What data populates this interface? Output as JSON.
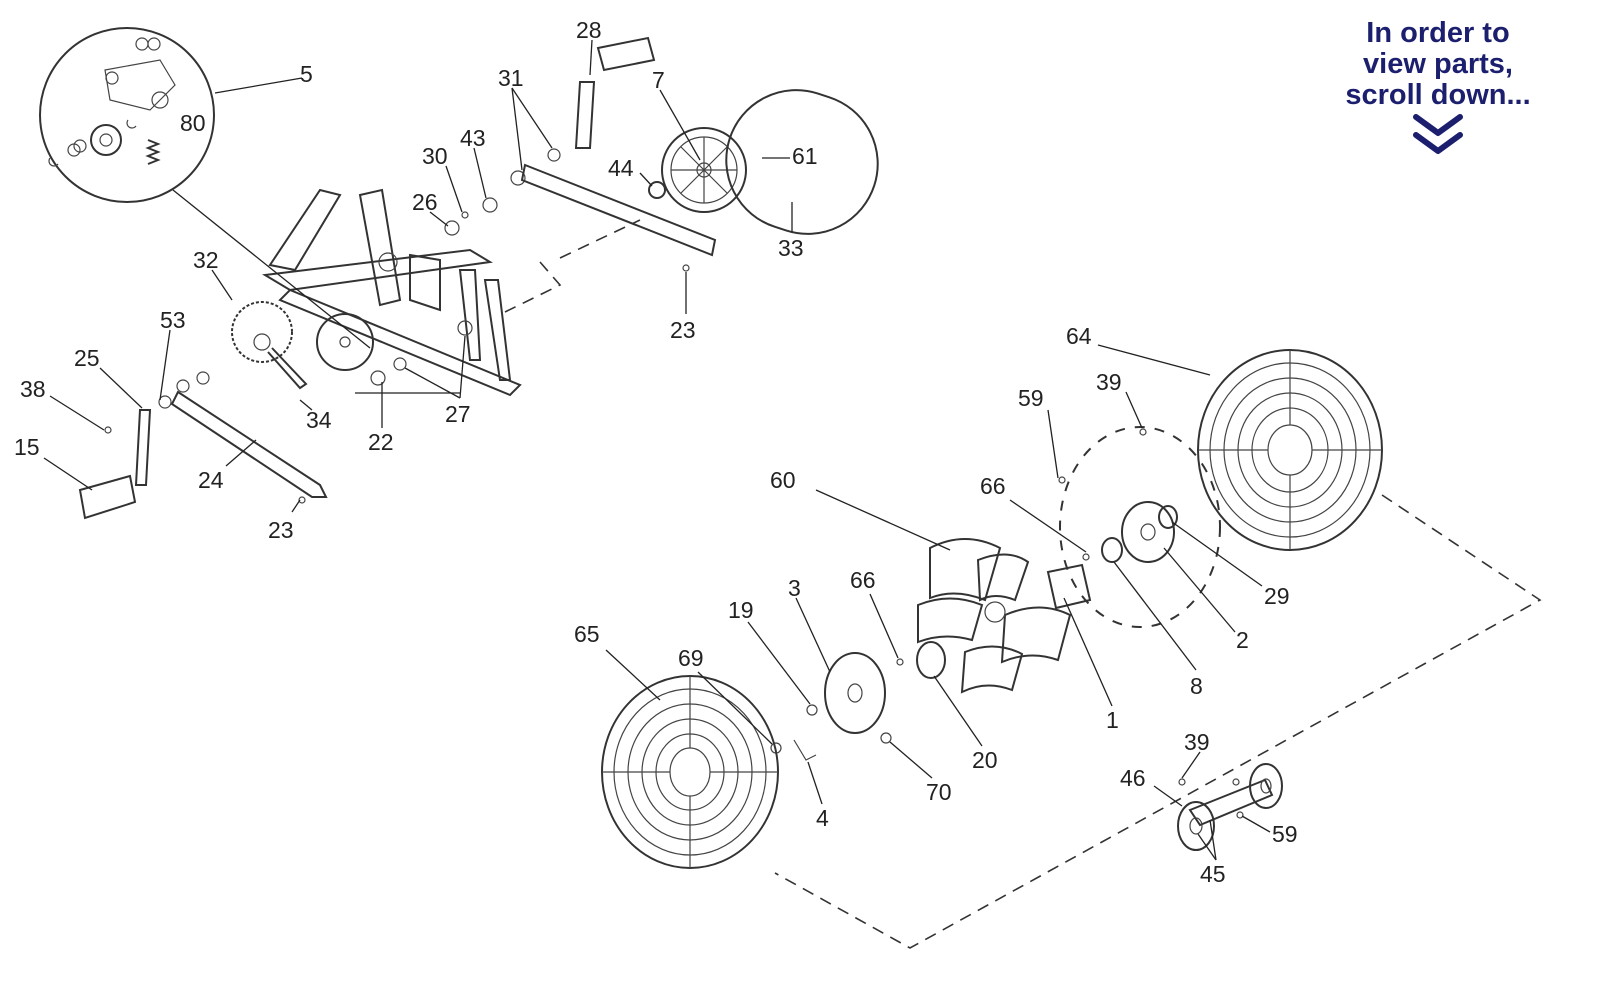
{
  "notice": {
    "lines": [
      "In order to",
      "view parts,",
      "scroll down..."
    ],
    "icon": "double-chevron-down-icon",
    "color": "#1b1f6e"
  },
  "callouts": {
    "c5": "5",
    "c80": "80",
    "c28": "28",
    "c31": "31",
    "c7": "7",
    "c43": "43",
    "c30": "30",
    "c61": "61",
    "c44": "44",
    "c26": "26",
    "c33": "33",
    "c32": "32",
    "c23a": "23",
    "c53": "53",
    "c25": "25",
    "c38": "38",
    "c34": "34",
    "c22": "22",
    "c27": "27",
    "c15": "15",
    "c24": "24",
    "c23b": "23",
    "c64": "64",
    "c39a": "39",
    "c59a": "59",
    "c66a": "66",
    "c60": "60",
    "c29": "29",
    "c2": "2",
    "c66b": "66",
    "c3": "3",
    "c19": "19",
    "c8": "8",
    "c65": "65",
    "c69": "69",
    "c1": "1",
    "c20": "20",
    "c70": "70",
    "c4": "4",
    "c39b": "39",
    "c46": "46",
    "c59b": "59",
    "c45": "45"
  }
}
